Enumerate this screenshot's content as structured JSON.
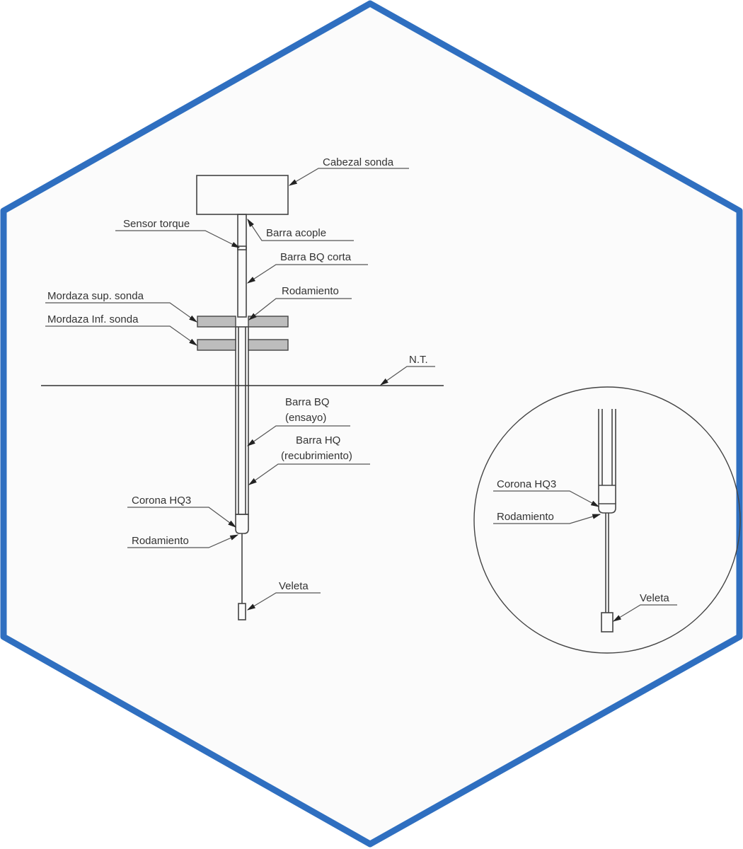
{
  "colors": {
    "frame": "#2f6fc0",
    "background": "#fbfbfb",
    "clamp": "#bdbdbd"
  },
  "main": {
    "labels": {
      "cabezal": "Cabezal sonda",
      "sensor": "Sensor torque",
      "acople": "Barra acople",
      "bq_corta": "Barra BQ corta",
      "rodamiento_top": "Rodamiento",
      "mordaza_sup": "Mordaza sup. sonda",
      "mordaza_inf": "Mordaza Inf. sonda",
      "nt": "N.T.",
      "bq_line1": "Barra BQ",
      "bq_line2": "(ensayo)",
      "hq_line1": "Barra HQ",
      "hq_line2": "(recubrimiento)",
      "corona": "Corona HQ3",
      "rodamiento_bottom": "Rodamiento",
      "veleta": "Veleta"
    }
  },
  "detail": {
    "labels": {
      "corona": "Corona HQ3",
      "rodamiento": "Rodamiento",
      "veleta": "Veleta"
    }
  }
}
